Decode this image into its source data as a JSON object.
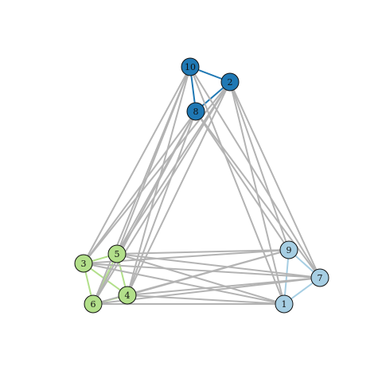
{
  "colors": {
    "background": "#ffffff",
    "edge_between_groups": "#b3b3b3",
    "node_outline": "#111111",
    "group_dark_blue": "#1f78b4",
    "group_light_blue": "#a6cee3",
    "group_light_green": "#b2df8a"
  },
  "graph": {
    "nodes": [
      {
        "id": "1",
        "label": "1",
        "group": "light_blue"
      },
      {
        "id": "2",
        "label": "2",
        "group": "dark_blue"
      },
      {
        "id": "3",
        "label": "3",
        "group": "light_green"
      },
      {
        "id": "4",
        "label": "4",
        "group": "light_green"
      },
      {
        "id": "5",
        "label": "5",
        "group": "light_green"
      },
      {
        "id": "6",
        "label": "6",
        "group": "light_green"
      },
      {
        "id": "7",
        "label": "7",
        "group": "light_blue"
      },
      {
        "id": "8",
        "label": "8",
        "group": "dark_blue"
      },
      {
        "id": "9",
        "label": "9",
        "group": "light_blue"
      },
      {
        "id": "10",
        "label": "10",
        "group": "dark_blue"
      }
    ],
    "edges": [
      [
        "10",
        "2"
      ],
      [
        "10",
        "8"
      ],
      [
        "2",
        "8"
      ],
      [
        "9",
        "7"
      ],
      [
        "9",
        "1"
      ],
      [
        "7",
        "1"
      ],
      [
        "3",
        "5"
      ],
      [
        "3",
        "6"
      ],
      [
        "3",
        "4"
      ],
      [
        "5",
        "6"
      ],
      [
        "5",
        "4"
      ],
      [
        "6",
        "4"
      ],
      [
        "10",
        "3"
      ],
      [
        "10",
        "5"
      ],
      [
        "10",
        "6"
      ],
      [
        "10",
        "4"
      ],
      [
        "10",
        "1"
      ],
      [
        "10",
        "7"
      ],
      [
        "2",
        "3"
      ],
      [
        "2",
        "5"
      ],
      [
        "2",
        "6"
      ],
      [
        "2",
        "4"
      ],
      [
        "2",
        "1"
      ],
      [
        "2",
        "7"
      ],
      [
        "2",
        "9"
      ],
      [
        "8",
        "3"
      ],
      [
        "8",
        "5"
      ],
      [
        "8",
        "6"
      ],
      [
        "8",
        "4"
      ],
      [
        "8",
        "9"
      ],
      [
        "8",
        "7"
      ],
      [
        "3",
        "9"
      ],
      [
        "3",
        "7"
      ],
      [
        "3",
        "1"
      ],
      [
        "5",
        "9"
      ],
      [
        "5",
        "7"
      ],
      [
        "5",
        "1"
      ],
      [
        "6",
        "9"
      ],
      [
        "6",
        "7"
      ],
      [
        "6",
        "1"
      ],
      [
        "4",
        "9"
      ],
      [
        "4",
        "7"
      ],
      [
        "4",
        "1"
      ]
    ]
  }
}
